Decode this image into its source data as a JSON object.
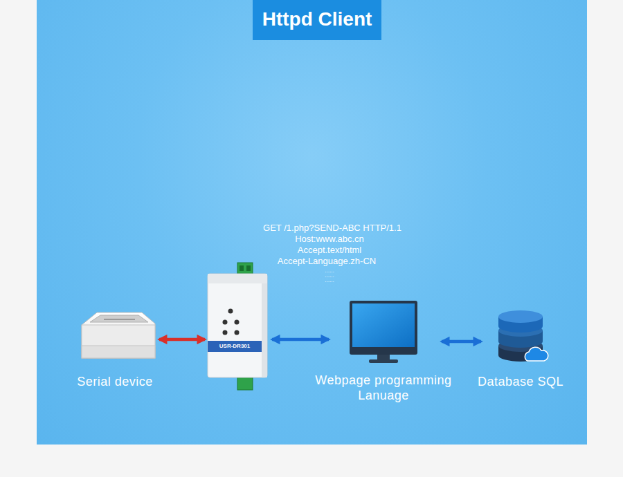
{
  "diagram": {
    "title": "Httpd Client",
    "nodes": [
      {
        "text": [
          "Serial device"
        ]
      },
      {
        "text": [
          "USR-DR301"
        ]
      },
      {
        "text": [
          "Webpage programming Lanuage"
        ]
      },
      {
        "text": [
          "Database SQL"
        ]
      }
    ],
    "edges": [
      {
        "from": 0,
        "to": 1,
        "arrow": "both"
      },
      {
        "from": 1,
        "to": 2,
        "arrow": "both"
      },
      {
        "from": 2,
        "to": 3,
        "arrow": "both"
      }
    ],
    "labels": [
      "GET /1.php?SEND-ABC HTTP/1.1",
      "Host:www.abc.cn",
      "Accept.text/html",
      "Accept-Language.zh-CN",
      "......",
      "......",
      "......"
    ]
  }
}
